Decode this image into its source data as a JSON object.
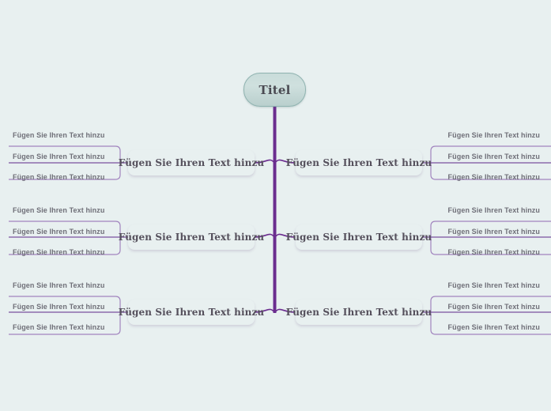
{
  "diagram": {
    "type": "mind-map",
    "language": "de",
    "background_color": "#e8f0f0",
    "trunk_color": "#6b2d8f",
    "connector_color": "#9b7bb8",
    "root": {
      "label": "Titel",
      "fill_color": "#c6dad8",
      "border_color": "#8fb3b0"
    },
    "branch_fill_color": "#e9ddf1",
    "branches": [
      {
        "side": "left",
        "row": 1,
        "label": "Fügen Sie Ihren Text hinzu",
        "leaves": [
          {
            "label": "Fügen Sie Ihren Text hinzu"
          },
          {
            "label": "Fügen Sie Ihren Text hinzu"
          },
          {
            "label": "Fügen Sie Ihren Text hinzu"
          }
        ]
      },
      {
        "side": "left",
        "row": 2,
        "label": "Fügen Sie Ihren Text hinzu",
        "leaves": [
          {
            "label": "Fügen Sie Ihren Text hinzu"
          },
          {
            "label": "Fügen Sie Ihren Text hinzu"
          },
          {
            "label": "Fügen Sie Ihren Text hinzu"
          }
        ]
      },
      {
        "side": "left",
        "row": 3,
        "label": "Fügen Sie Ihren Text hinzu",
        "leaves": [
          {
            "label": "Fügen Sie Ihren Text hinzu"
          },
          {
            "label": "Fügen Sie Ihren Text hinzu"
          },
          {
            "label": "Fügen Sie Ihren Text hinzu"
          }
        ]
      },
      {
        "side": "right",
        "row": 1,
        "label": "Fügen Sie Ihren Text hinzu",
        "leaves": [
          {
            "label": "Fügen Sie Ihren Text hinzu"
          },
          {
            "label": "Fügen Sie Ihren Text hinzu"
          },
          {
            "label": "Fügen Sie Ihren Text hinzu"
          }
        ]
      },
      {
        "side": "right",
        "row": 2,
        "label": "Fügen Sie Ihren Text hinzu",
        "leaves": [
          {
            "label": "Fügen Sie Ihren Text hinzu"
          },
          {
            "label": "Fügen Sie Ihren Text hinzu"
          },
          {
            "label": "Fügen Sie Ihren Text hinzu"
          }
        ]
      },
      {
        "side": "right",
        "row": 3,
        "label": "Fügen Sie Ihren Text hinzu",
        "leaves": [
          {
            "label": "Fügen Sie Ihren Text hinzu"
          },
          {
            "label": "Fügen Sie Ihren Text hinzu"
          },
          {
            "label": "Fügen Sie Ihren Text hinzu"
          }
        ]
      }
    ]
  }
}
